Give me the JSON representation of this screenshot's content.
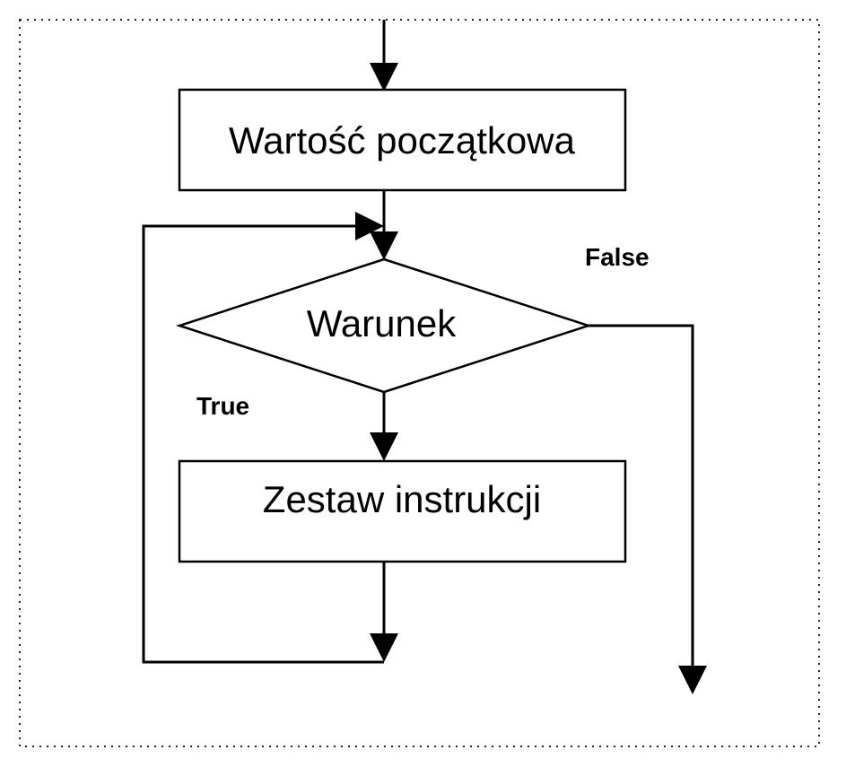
{
  "diagram": {
    "type": "flowchart",
    "nodes": {
      "init": {
        "shape": "process",
        "label": "Wartość początkowa"
      },
      "condition": {
        "shape": "decision",
        "label": "Warunek"
      },
      "body": {
        "shape": "process",
        "label": "Zestaw instrukcji"
      }
    },
    "edges": {
      "true_label": "True",
      "false_label": "False"
    },
    "colors": {
      "line": "#000000",
      "fill": "#ffffff",
      "frame": "#222222"
    }
  }
}
